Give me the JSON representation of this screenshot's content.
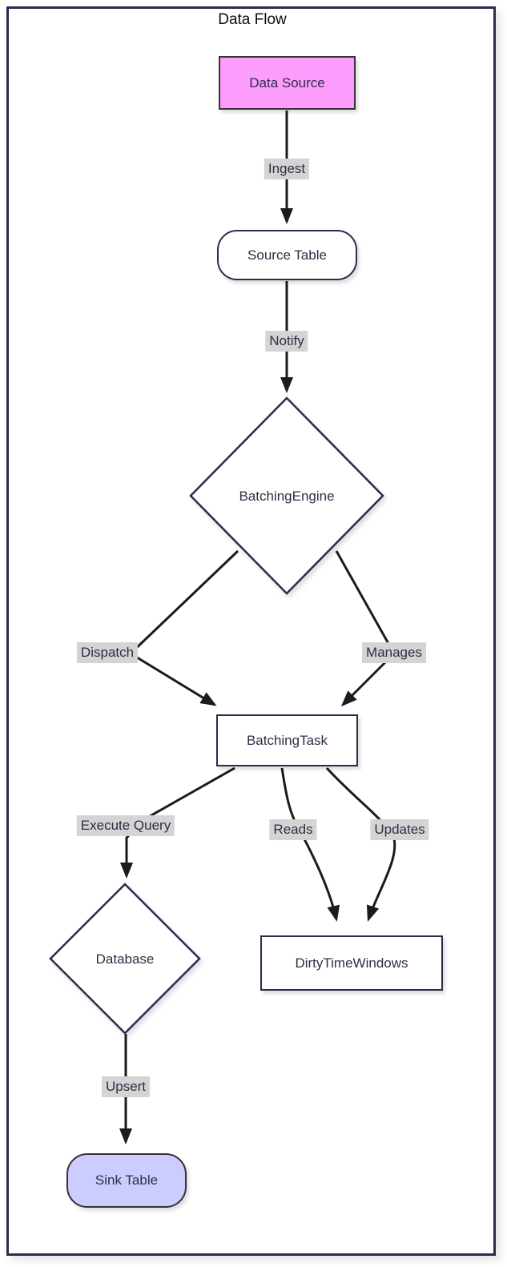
{
  "diagram": {
    "title": "Data Flow",
    "type": "flowchart",
    "nodes": {
      "data_source": {
        "label": "Data Source",
        "shape": "rectangle",
        "fill": "#fc9cfc",
        "border": "#343434"
      },
      "source_table": {
        "label": "Source Table",
        "shape": "rounded-rectangle",
        "fill": "#ffffff",
        "border": "#2b2b4b"
      },
      "batching_engine": {
        "label": "BatchingEngine",
        "shape": "diamond",
        "fill": "#ffffff",
        "border": "#2b2b4b"
      },
      "batching_task": {
        "label": "BatchingTask",
        "shape": "rectangle",
        "fill": "#ffffff",
        "border": "#2b2b4b"
      },
      "database": {
        "label": "Database",
        "shape": "diamond",
        "fill": "#ffffff",
        "border": "#2b2b4b"
      },
      "dirty_time_windows": {
        "label": "DirtyTimeWindows",
        "shape": "rectangle",
        "fill": "#ffffff",
        "border": "#2b2b4b"
      },
      "sink_table": {
        "label": "Sink Table",
        "shape": "rounded-rectangle",
        "fill": "#ccccff",
        "border": "#333333"
      }
    },
    "edges": {
      "ingest": {
        "from": "Data Source",
        "to": "Source Table",
        "label": "Ingest"
      },
      "notify": {
        "from": "Source Table",
        "to": "BatchingEngine",
        "label": "Notify"
      },
      "dispatch": {
        "from": "BatchingEngine",
        "to": "BatchingTask",
        "label": "Dispatch"
      },
      "manages": {
        "from": "BatchingEngine",
        "to": "BatchingTask",
        "label": "Manages"
      },
      "execute_query": {
        "from": "BatchingTask",
        "to": "Database",
        "label": "Execute Query"
      },
      "reads": {
        "from": "BatchingTask",
        "to": "DirtyTimeWindows",
        "label": "Reads"
      },
      "updates": {
        "from": "BatchingTask",
        "to": "DirtyTimeWindows",
        "label": "Updates"
      },
      "upsert": {
        "from": "Database",
        "to": "Sink Table",
        "label": "Upsert"
      }
    },
    "colors": {
      "frame_border": "#2b2b4b",
      "edge_line": "#1b1b1b",
      "edge_label_bg": "#d4d4d4",
      "node_text": "#2e2e45"
    }
  }
}
